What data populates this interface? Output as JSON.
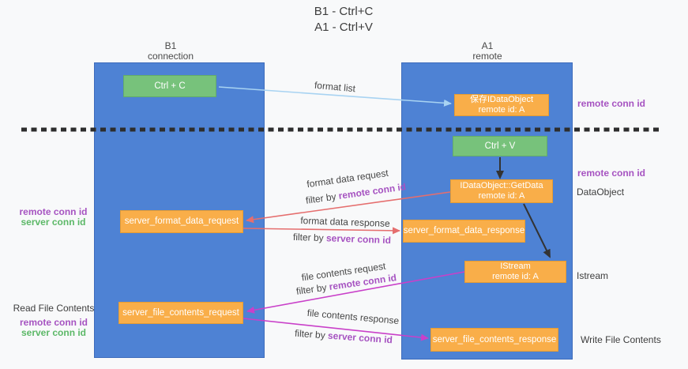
{
  "colors": {
    "background": "#f8f9fa",
    "column_blue": "#4e82d4",
    "box_green": "#77c27b",
    "box_orange": "#f9ae49",
    "purple_text": "#a653c1",
    "green_text": "#5cb867",
    "arrow_red": "#e56e6e",
    "arrow_magenta": "#c940c9",
    "arrow_blue": "#a8d3f2",
    "arrow_black": "#333333",
    "text_dark": "#3d3d3d"
  },
  "title": {
    "line1": "B1 - Ctrl+C",
    "line2": "A1 - Ctrl+V"
  },
  "columns": {
    "left": {
      "title": "B1",
      "subtitle": "connection"
    },
    "right": {
      "title": "A1",
      "subtitle": "remote"
    }
  },
  "nodes": {
    "ctrl_c": {
      "label": "Ctrl + C"
    },
    "ctrl_v": {
      "label": "Ctrl + V"
    },
    "save_dataobject": {
      "line1": "保存IDataObject",
      "line2": "remote id: A"
    },
    "getdata": {
      "line1": "IDataObject::GetData",
      "line2": "remote id: A"
    },
    "istream": {
      "line1": "IStream",
      "line2": "remote id: A"
    },
    "server_format_data_request": {
      "label": "server_format_data_request"
    },
    "server_format_data_response": {
      "label": "server_format_data_response"
    },
    "server_file_contents_request": {
      "label": "server_file_contents_request"
    },
    "server_file_contents_response": {
      "label": "server_file_contents_response"
    }
  },
  "arrow_labels": {
    "format_list": "format list",
    "format_data_request": "format data request",
    "format_data_response": "format data response",
    "file_contents_request": "file contents request",
    "file_contents_response": "file contents response",
    "filter_by": "filter by ",
    "remote_conn_id": "remote conn id",
    "server_conn_id": "server conn id"
  },
  "side_labels": {
    "right_remote_conn_id_top": "remote conn id",
    "right_remote_conn_id_mid": "remote conn id",
    "dataobject": "DataObject",
    "istream": "Istream",
    "write_file_contents": "Write File Contents",
    "read_file_contents": "Read File Contents",
    "left_mid_remote_conn_id": "remote conn id",
    "left_mid_server_conn_id": "server conn id",
    "left_bottom_remote_conn_id": "remote conn id",
    "left_bottom_server_conn_id": "server conn id"
  }
}
